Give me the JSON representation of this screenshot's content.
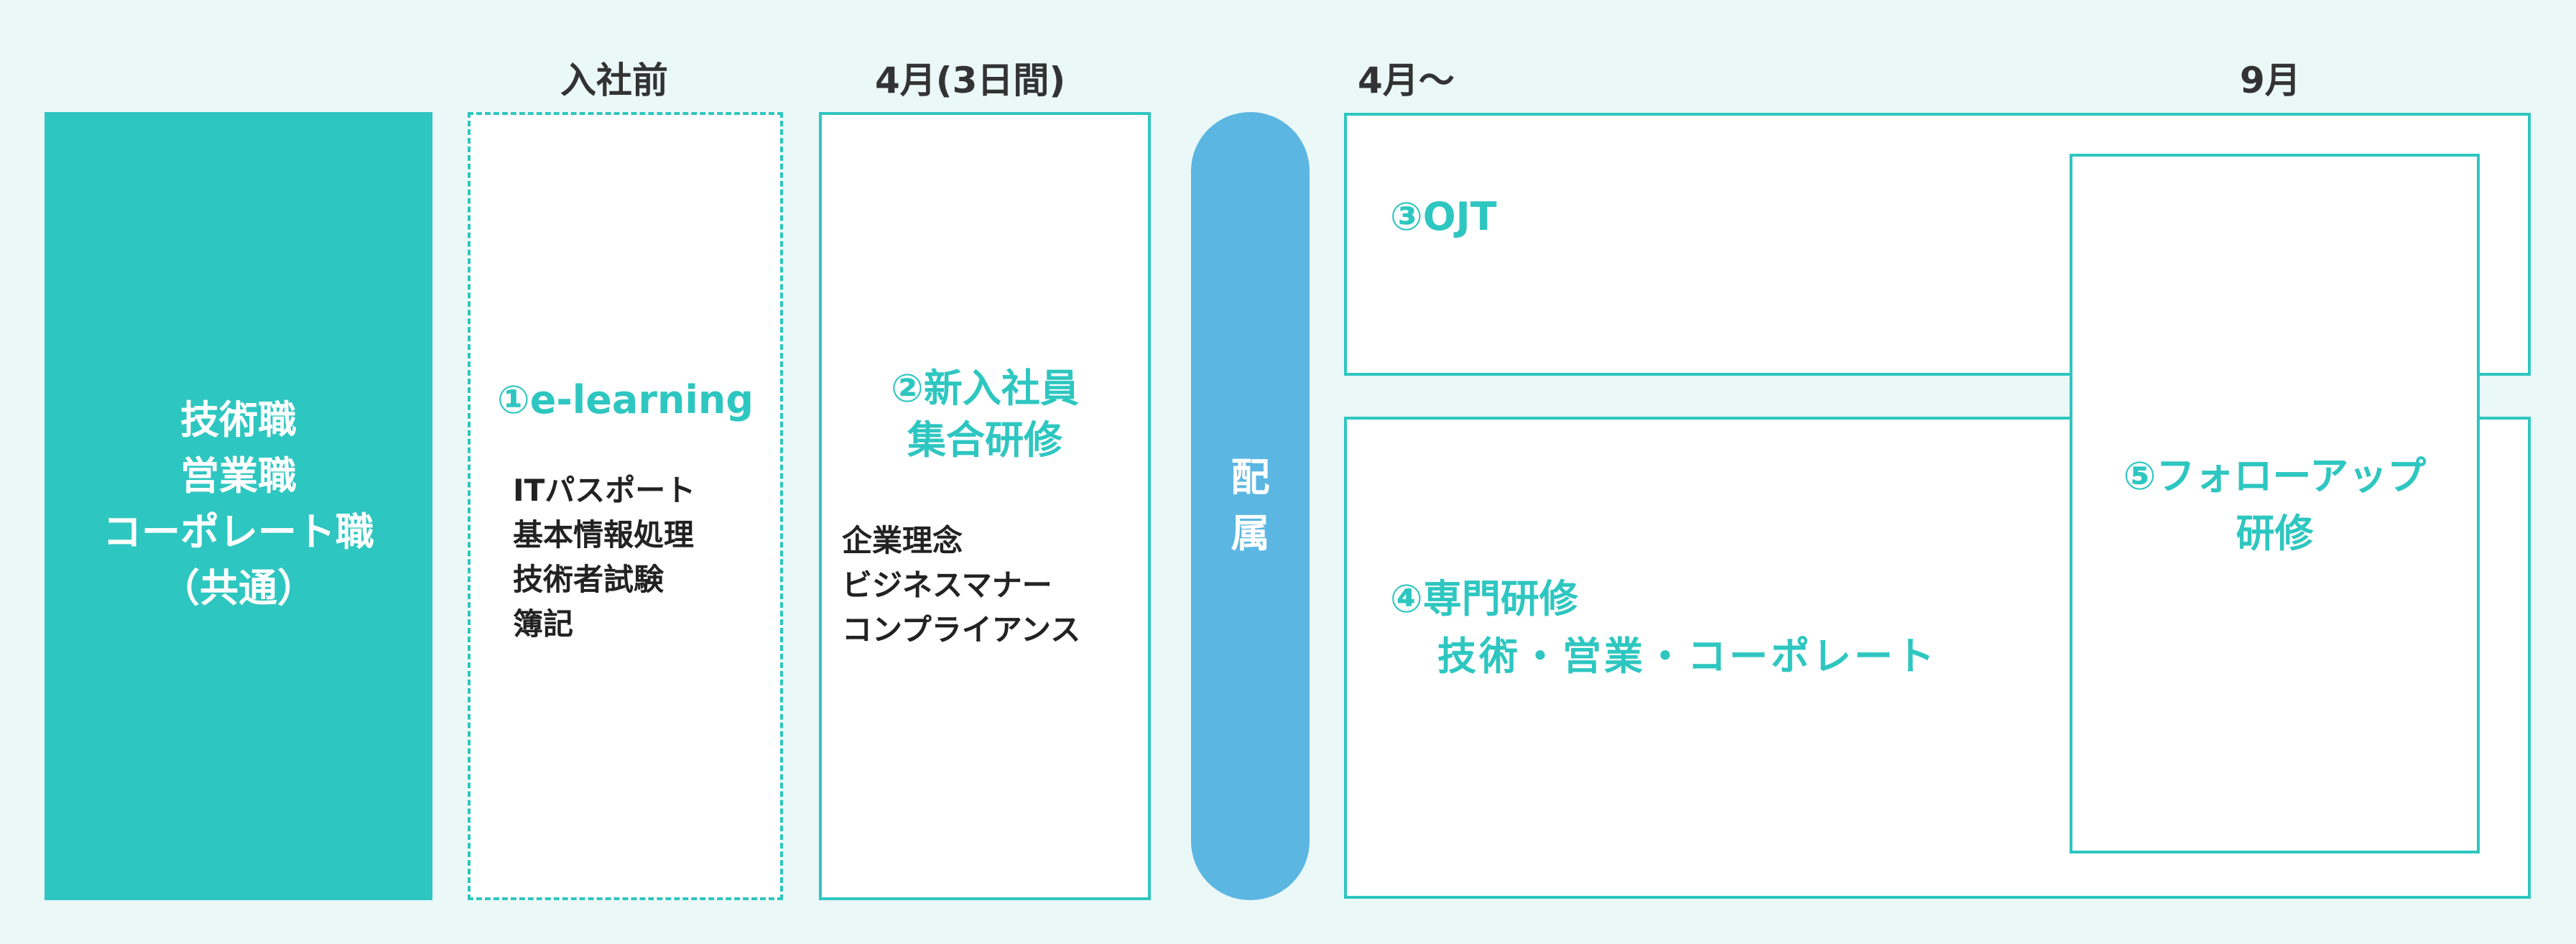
{
  "headers": {
    "pre_join": "入社前",
    "april_3days": "4月(3日間)",
    "april_on": "4月〜",
    "september": "9月"
  },
  "target": {
    "lines": [
      "技術職",
      "営業職",
      "コーポレート職",
      "（共通）"
    ]
  },
  "step1": {
    "title": "①e-learning",
    "items": [
      "ITパスポート",
      "基本情報処理",
      "技術者試験",
      "簿記"
    ]
  },
  "step2": {
    "title_lines": [
      "②新入社員",
      "集合研修"
    ],
    "items": [
      "企業理念",
      "ビジネスマナー",
      "コンプライアンス"
    ]
  },
  "assignment": {
    "lines": [
      "配",
      "属"
    ]
  },
  "step3": {
    "title": "③OJT"
  },
  "step4": {
    "title_lines": [
      "④専門研修",
      "技術・営業・コーポレート"
    ]
  },
  "step5": {
    "title_lines": [
      "⑤フォローアップ",
      "研修"
    ]
  },
  "colors": {
    "teal": "#2ec6c0",
    "blue": "#5bb6e2",
    "background": "#ebf8f8"
  }
}
